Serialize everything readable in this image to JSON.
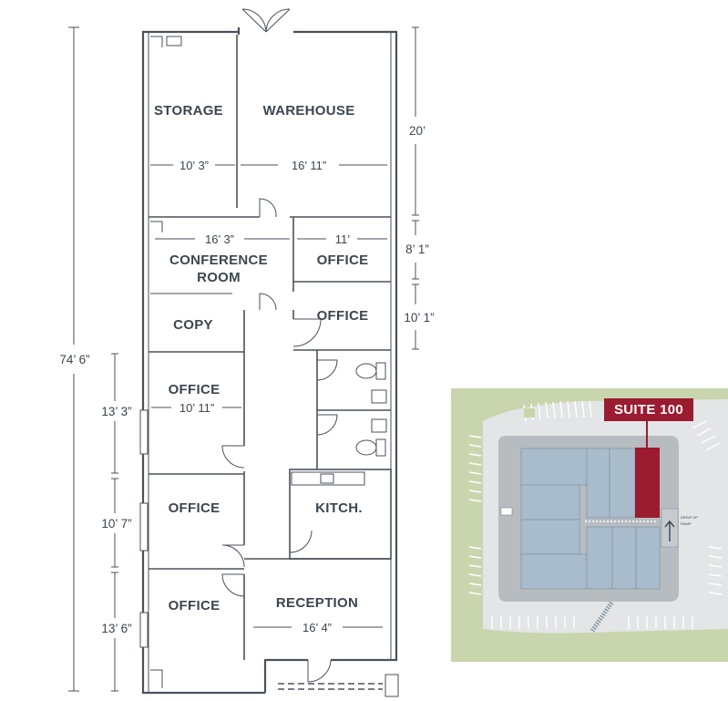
{
  "rooms": {
    "storage": "STORAGE",
    "warehouse": "WAREHOUSE",
    "conference_line1": "CONFERENCE",
    "conference_line2": "ROOM",
    "copy": "COPY",
    "office_a": "OFFICE",
    "office_b": "OFFICE",
    "office_c": "OFFICE",
    "office_d": "OFFICE",
    "office_e": "OFFICE",
    "kitchen": "KITCH.",
    "reception": "RECEPTION"
  },
  "room_dimensions": {
    "storage": "10’ 3”",
    "warehouse": "16’ 11”",
    "conference": "16’ 3”",
    "office_a": "11’",
    "office_c": "10’ 11”",
    "reception": "16’ 4”"
  },
  "exterior_dimensions": {
    "overall_height": "74’ 6”",
    "right_1": "20’",
    "right_2": "8’ 1”",
    "right_3": "10’ 1”",
    "left_1": "13’ 3”",
    "left_2": "10’ 7”",
    "left_3": "13’ 6”"
  },
  "site_map": {
    "suite_label": "SUITE 100",
    "ramp_label_line1": "DRIVE UP",
    "ramp_label_line2": "RAMP",
    "colors": {
      "grass": "#c9d6ad",
      "pavement": "#e3e5e7",
      "buildings": "#a9bccb",
      "suite": "#9b1b30"
    }
  }
}
